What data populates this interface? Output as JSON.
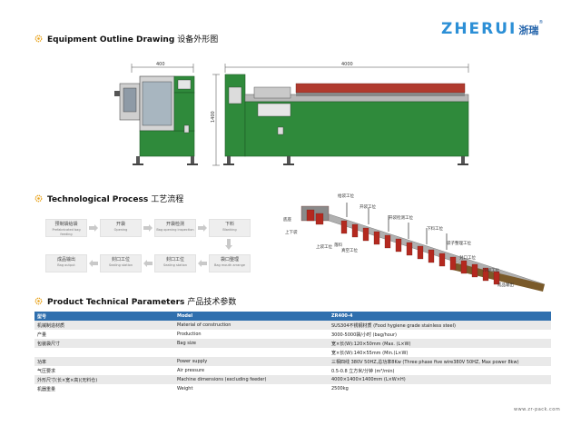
{
  "header": {
    "section1_en": "Equipment Outline Drawing",
    "section1_cn": "设备外形图",
    "logo_en": "ZHERUI",
    "logo_cn": "浙瑞",
    "logo_reg": "®"
  },
  "drawing": {
    "dim_width": "400",
    "dim_length": "4000",
    "dim_height": "1400"
  },
  "process": {
    "title_en": "Technological Process",
    "title_cn": "工艺流程",
    "row1": [
      {
        "cn": "预制袋给袋",
        "en": "Prefabricated bag feeding"
      },
      {
        "cn": "开袋",
        "en": "Opening"
      },
      {
        "cn": "开袋检测",
        "en": "Bag opening inspection"
      },
      {
        "cn": "下料",
        "en": "Blanking"
      }
    ],
    "row2": [
      {
        "cn": "成品输出",
        "en": "Bag output"
      },
      {
        "cn": "封口工位",
        "en": "Sealing station"
      },
      {
        "cn": "封口工位",
        "en": "Sealing station"
      },
      {
        "cn": "袋口整理",
        "en": "Bag mouth arrange"
      }
    ],
    "labels": [
      "给袋工位",
      "开袋工位",
      "开袋检测工位",
      "下料工位",
      "袋子整理工位",
      "封口工位",
      "冷却工位",
      "成品输出",
      "上袋工位",
      "真空工位",
      "底座",
      "上下袋",
      "落料"
    ]
  },
  "params": {
    "title_en": "Product Technical Parameters",
    "title_cn": "产品技术参数",
    "header": [
      "型号",
      "Model",
      "ZR400-4"
    ],
    "rows": [
      [
        "机械制造材质",
        "Material of construction",
        "SUS304不锈钢材质 (Food hygiene grade stainless steel)"
      ],
      [
        "产量",
        "Production",
        "3000-5000袋/小时 (bag/hour)"
      ],
      [
        "包装袋尺寸",
        "Bag size",
        "宽×长(W):120×50mm (Max. (L×W)"
      ],
      [
        "",
        "",
        "宽×长(W):140×55mm (Min.(L×W)"
      ],
      [
        "功率",
        "Power supply",
        "三相四线 380V 50HZ,总功率8Kw (Three phase five wire380V 50HZ, Max power 8kw)"
      ],
      [
        "气压要求",
        "Air pressure",
        "0.5-0.8 立方米/分钟 (m³/min)"
      ],
      [
        "外形尺寸(长×宽×高)(无料仓)",
        "Machine dimensions (excluding feeder)",
        "4000×1400×1400mm (L×W×H)"
      ],
      [
        "机器重量",
        "Weight",
        "2500kg"
      ]
    ]
  },
  "footer": {
    "url": "www.zr-pack.com"
  }
}
